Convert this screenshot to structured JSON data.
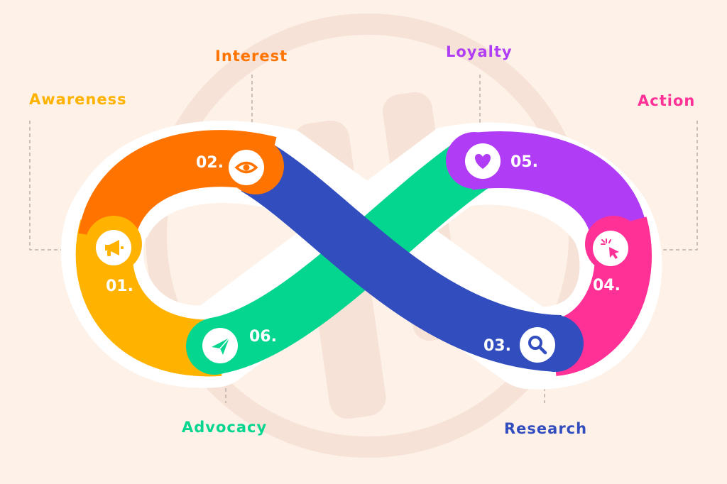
{
  "colors": {
    "background": "#fdf1e8",
    "watermark": "#f6e2d6",
    "outline": "#ffffff",
    "leader": "#b9b0aa",
    "badge": "#ffffff"
  },
  "stages": [
    {
      "key": "awareness",
      "label": "Awareness",
      "number": "01.",
      "color": "#ffb300",
      "icon": "megaphone-icon"
    },
    {
      "key": "interest",
      "label": "Interest",
      "number": "02.",
      "color": "#ff7400",
      "icon": "eye-icon"
    },
    {
      "key": "research",
      "label": "Research",
      "number": "03.",
      "color": "#324dbe",
      "icon": "search-icon"
    },
    {
      "key": "action",
      "label": "Action",
      "number": "04.",
      "color": "#ff3096",
      "icon": "cursor-click-icon"
    },
    {
      "key": "loyalty",
      "label": "Loyalty",
      "number": "05.",
      "color": "#b13cf6",
      "icon": "heart-icon"
    },
    {
      "key": "advocacy",
      "label": "Advocacy",
      "number": "06.",
      "color": "#05d68f",
      "icon": "paper-plane-icon"
    }
  ]
}
